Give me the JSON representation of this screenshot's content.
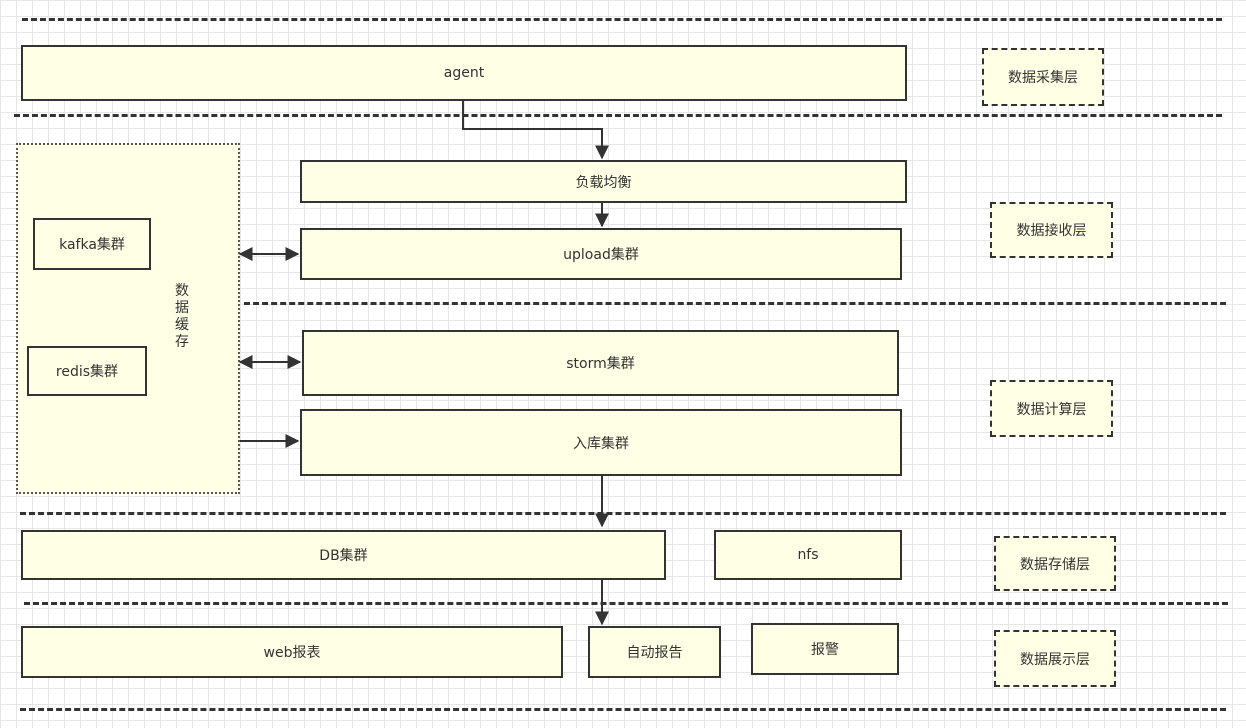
{
  "nodes": {
    "agent": "agent",
    "load_balancer": "负载均衡",
    "upload_cluster": "upload集群",
    "kafka_cluster": "kafka集群",
    "redis_cluster": "redis集群",
    "data_cache": "数据缓存",
    "storm_cluster": "storm集群",
    "ingest_cluster": "入库集群",
    "db_cluster": "DB集群",
    "nfs": "nfs",
    "web_report": "web报表",
    "auto_report": "自动报告",
    "alert": "报警"
  },
  "layers": {
    "collection": "数据采集层",
    "receiving": "数据接收层",
    "computing": "数据计算层",
    "storage": "数据存储层",
    "display": "数据展示层"
  }
}
